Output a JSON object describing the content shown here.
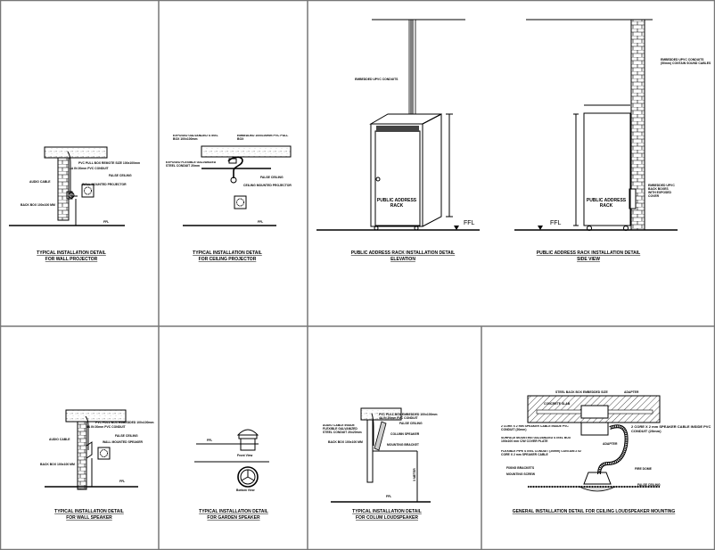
{
  "panels": [
    {
      "caption": [
        "TYPICAL INSTALLATION DETAIL",
        "FOR WALL PROJECTOR"
      ],
      "labels": [
        "PVC PULL BOX REMOTE SIZE 100x100mm",
        "4A IN 20mm PVC CONDUIT",
        "FALSE CEILING",
        "AUDIO CABLE",
        "WALL MOUNTED PROJECTOR",
        "BACK BOX 100x100 MM",
        "FFL"
      ]
    },
    {
      "caption": [
        "TYPICAL INSTALLATION DETAIL",
        "FOR CEILING PROJECTOR"
      ],
      "labels": [
        "EXPOSED GALVANIZED STEEL BOX 100x100mm",
        "EMBEDDED 100x100mm PVC PULL BOX",
        "EXPOSED FLEXIBLE GALVANIZED STEEL CONDUIT 20mm",
        "FALSE CEILING",
        "CEILING MOUNTED PROJECTOR",
        "FFL"
      ]
    },
    {
      "caption": [
        "PUBLIC ADDRESS RACK INSTALLATION DETAIL",
        "ELEVATION"
      ],
      "labels": [
        "EMBEDDED UPVC CONDUITS",
        "PUBLIC ADDRESS",
        "RACK",
        "FFL"
      ]
    },
    {
      "caption": [
        "PUBLIC ADDRESS RACK INSTALLATION DETAIL",
        "SIDE VIEW"
      ],
      "labels": [
        "EMBEDDED UPVC CONDUITS",
        "(50mm) CONTAIN SOUND CABLES",
        "EMBEDDED UPVC",
        "BACK BOXES",
        "WITH EXPOSED",
        "COVER",
        "PUBLIC ADDRESS",
        "RACK",
        "FFL"
      ]
    },
    {
      "caption": [
        "TYPICAL INSTALLATION DETAIL",
        "FOR WALL SPEAKER"
      ],
      "labels": [
        "PVC PULL BOX EMBEDDED 100x100mm",
        "4A IN 20mm PVC CONDUIT",
        "FALSE CEILING",
        "AUDIO CABLE",
        "WALL MOUNTED SPEAKER",
        "BACK BOX 100x100 MM",
        "FFL"
      ]
    },
    {
      "caption": [
        "TYPICAL INSTALLATION DETAIL",
        "FOR GARDEN SPEAKER"
      ],
      "labels": [
        "Front View",
        "Bottom View",
        "FFL"
      ]
    },
    {
      "caption": [
        "TYPICAL INSTALLATION DETAIL",
        "FOR COLUM LOUDSPEAKER"
      ],
      "labels": [
        "PVC PULL BOX EMBEDDED 100x100mm",
        "4A IN 20mm PVC CONDUIT",
        "FALSE CEILING",
        "AUDIO CABLE INSIDE FLEXIBLE GALVANIZED STEEL CONDUIT 20x20mm",
        "COLUMN SPEAKER",
        "BACK BOX 100x100 MM",
        "MOUNTING BRACKET",
        "3 METER",
        "FFL"
      ]
    },
    {
      "caption": [
        "GENERAL INSTALLATION DETAIL FOR CEILING LOUDSPEAKER MOUNTING"
      ],
      "labels": [
        "STEEL BACK BOX EMBEDDED SIZE",
        "ADAPTER",
        "CONCRETE SLAB",
        "2 CORE X 2 mm SPEAKER CABLE INSIDE PVC CONDUIT (20mm)",
        "2 CORE X 2 mm SPEAKER CABLE INSIDE PVC CONDUIT (20mm)",
        "SURFACE MOUNTING GALVANIZED STEEL BOX 100x100 mm C/W COVER PLATE",
        "ADAPTER",
        "FLEXIBLE PIPE STEEL CONDUIT (20mm) CONTAIN 2 x2 CORE X 2 mm SPEAKER CABLE",
        "FIXING BRACKETS",
        "MOUNTING SCREW",
        "FIRE DOME",
        "FALSE CEILING"
      ]
    }
  ]
}
